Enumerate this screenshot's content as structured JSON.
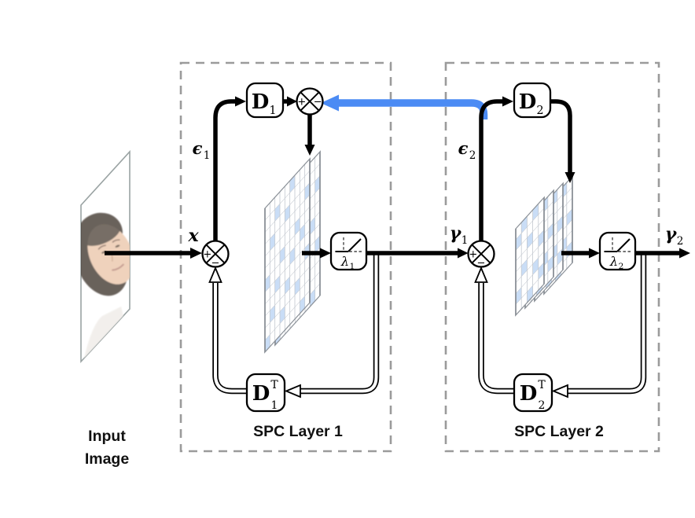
{
  "diagram": {
    "input": {
      "label_line1": "Input",
      "label_line2": "Image"
    },
    "signals": {
      "x": "x",
      "eps_base": "ϵ",
      "eps1_sub": "1",
      "eps2_sub": "2",
      "gamma_base": "γ",
      "gamma1_sub": "1",
      "gamma2_sub": "2"
    },
    "nodes": {
      "plus": "+",
      "minus": "−",
      "d1": {
        "base": "D",
        "sub": "1"
      },
      "d2": {
        "base": "D",
        "sub": "2"
      },
      "d1t": {
        "base": "D",
        "sub": "1",
        "sup": "T"
      },
      "d2t": {
        "base": "D",
        "sub": "2",
        "sup": "T"
      },
      "lambda1": {
        "base": "λ",
        "sub": "1"
      },
      "lambda2": {
        "base": "λ",
        "sub": "2"
      }
    },
    "layers": [
      {
        "title": "SPC Layer 1"
      },
      {
        "title": "SPC Layer 2"
      }
    ],
    "colors": {
      "feedback_arrow": "#4b8bf4",
      "sparse_cell": "#c9ddf6",
      "grid_line": "#c3c8cf",
      "grid_border": "#8a9097",
      "dashed_box": "#9b9b9b",
      "ink": "#000000",
      "face_skin": "#ecc9ae",
      "face_hair": "#4a4139"
    }
  }
}
